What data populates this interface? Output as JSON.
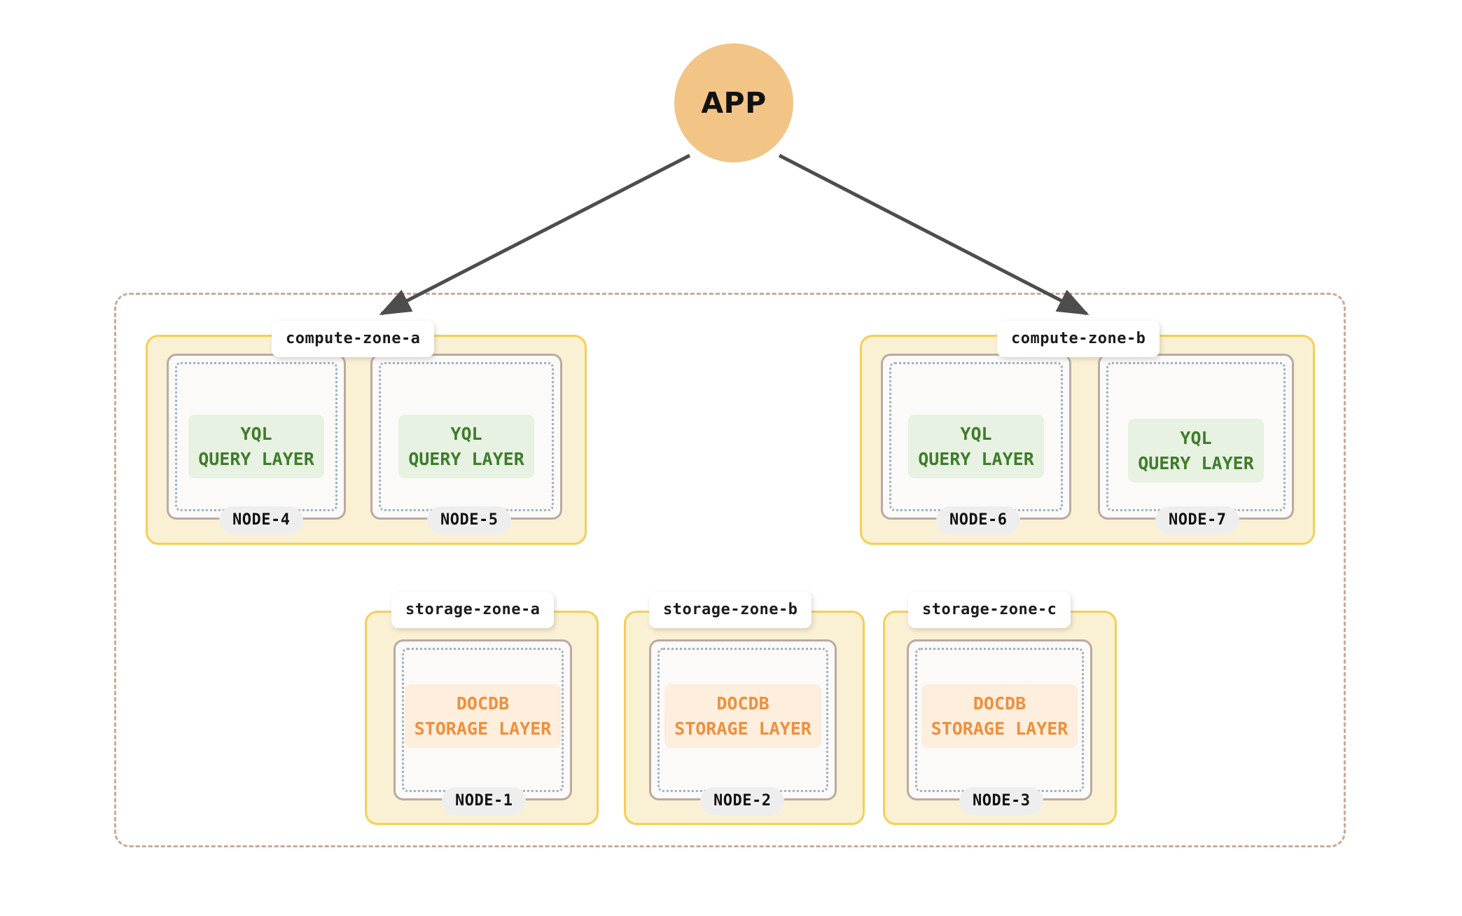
{
  "diagram": {
    "app": {
      "label": "APP",
      "color": "#f2c485"
    },
    "cluster": {
      "border_color": "#c9ab96"
    },
    "zone_colors": {
      "fill": "#faf1d5",
      "border": "#f5cf55"
    },
    "node_colors": {
      "fill": "#fbfaf9",
      "border": "#b9aaa2",
      "inner_dots": "#9fb0c0"
    },
    "connector_color": "#4d4d4d",
    "compute_zones": [
      {
        "label": "compute-zone-a",
        "nodes": [
          {
            "pill": "NODE-4",
            "layer_line1": "YQL",
            "layer_line2": "QUERY LAYER",
            "layer_type": "yql"
          },
          {
            "pill": "NODE-5",
            "layer_line1": "YQL",
            "layer_line2": "QUERY LAYER",
            "layer_type": "yql"
          }
        ]
      },
      {
        "label": "compute-zone-b",
        "nodes": [
          {
            "pill": "NODE-6",
            "layer_line1": "YQL",
            "layer_line2": "QUERY LAYER",
            "layer_type": "yql"
          },
          {
            "pill": "NODE-7",
            "layer_line1": "YQL",
            "layer_line2": "QUERY LAYER",
            "layer_type": "yql"
          }
        ]
      }
    ],
    "storage_zones": [
      {
        "label": "storage-zone-a",
        "nodes": [
          {
            "pill": "NODE-1",
            "layer_line1": "DOCDB",
            "layer_line2": "STORAGE LAYER",
            "layer_type": "docdb"
          }
        ]
      },
      {
        "label": "storage-zone-b",
        "nodes": [
          {
            "pill": "NODE-2",
            "layer_line1": "DOCDB",
            "layer_line2": "STORAGE LAYER",
            "layer_type": "docdb"
          }
        ]
      },
      {
        "label": "storage-zone-c",
        "nodes": [
          {
            "pill": "NODE-3",
            "layer_line1": "DOCDB",
            "layer_line2": "STORAGE LAYER",
            "layer_type": "docdb"
          }
        ]
      }
    ],
    "connections": [
      {
        "from": "APP",
        "to": "compute-zone-a"
      },
      {
        "from": "APP",
        "to": "compute-zone-b"
      }
    ]
  }
}
